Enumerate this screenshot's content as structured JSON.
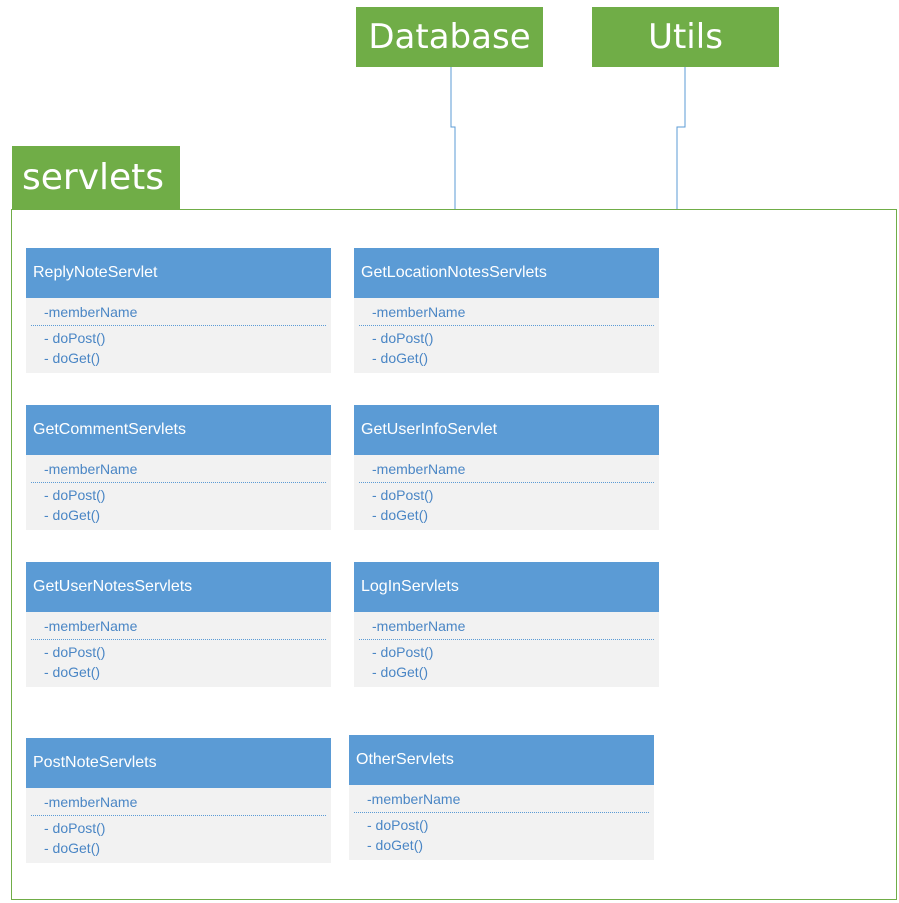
{
  "packages": {
    "database": "Database",
    "utils": "Utils",
    "servlets": "servlets"
  },
  "colors": {
    "package": "#70ad47",
    "class_header": "#5b9bd5",
    "class_body": "#f2f2f2",
    "member_text": "#4a86c5"
  },
  "classes": [
    {
      "name": "ReplyNoteServlet",
      "attribute": "-memberName",
      "op1": "- doPost()",
      "op2": "- doGet()"
    },
    {
      "name": "GetLocationNotesServlets",
      "attribute": "-memberName",
      "op1": "- doPost()",
      "op2": "- doGet()"
    },
    {
      "name": "GetCommentServlets",
      "attribute": "-memberName",
      "op1": "- doPost()",
      "op2": "- doGet()"
    },
    {
      "name": "GetUserInfoServlet",
      "attribute": "-memberName",
      "op1": "- doPost()",
      "op2": "- doGet()"
    },
    {
      "name": "GetUserNotesServlets",
      "attribute": "-memberName",
      "op1": "- doPost()",
      "op2": "- doGet()"
    },
    {
      "name": "LogInServlets",
      "attribute": "-memberName",
      "op1": "- doPost()",
      "op2": "- doGet()"
    },
    {
      "name": "PostNoteServlets",
      "attribute": "-memberName",
      "op1": "- doPost()",
      "op2": "- doGet()"
    },
    {
      "name": "OtherServlets",
      "attribute": "-memberName",
      "op1": "- doPost()",
      "op2": "- doGet()"
    }
  ]
}
